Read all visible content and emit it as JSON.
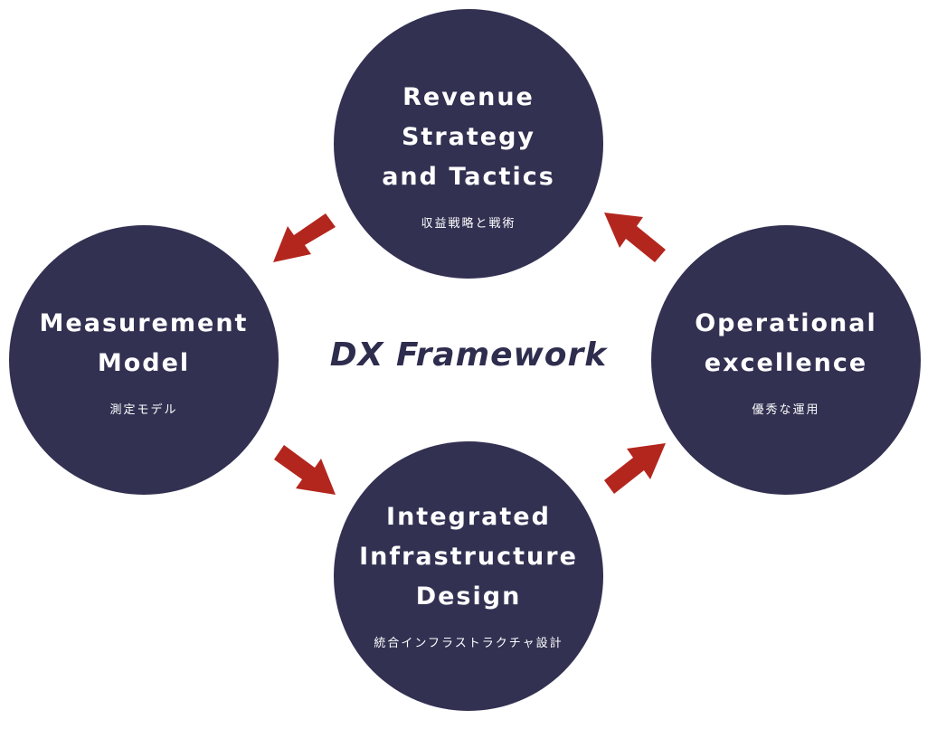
{
  "center": {
    "title": "DX Framework"
  },
  "nodes": {
    "top": {
      "title": "Revenue\nStrategy\nand Tactics",
      "subtitle": "収益戦略と戦術"
    },
    "left": {
      "title": "Measurement\nModel",
      "subtitle": "測定モデル"
    },
    "right": {
      "title": "Operational\nexcellence",
      "subtitle": "優秀な運用"
    },
    "bottom": {
      "title": "Integrated\nInfrastructure\nDesign",
      "subtitle": "統合インフラストラクチャ設計"
    }
  },
  "colors": {
    "node_fill": "#323152",
    "node_text": "#ffffff",
    "arrow": "#b3261e",
    "center_text": "#2e2d4e"
  }
}
